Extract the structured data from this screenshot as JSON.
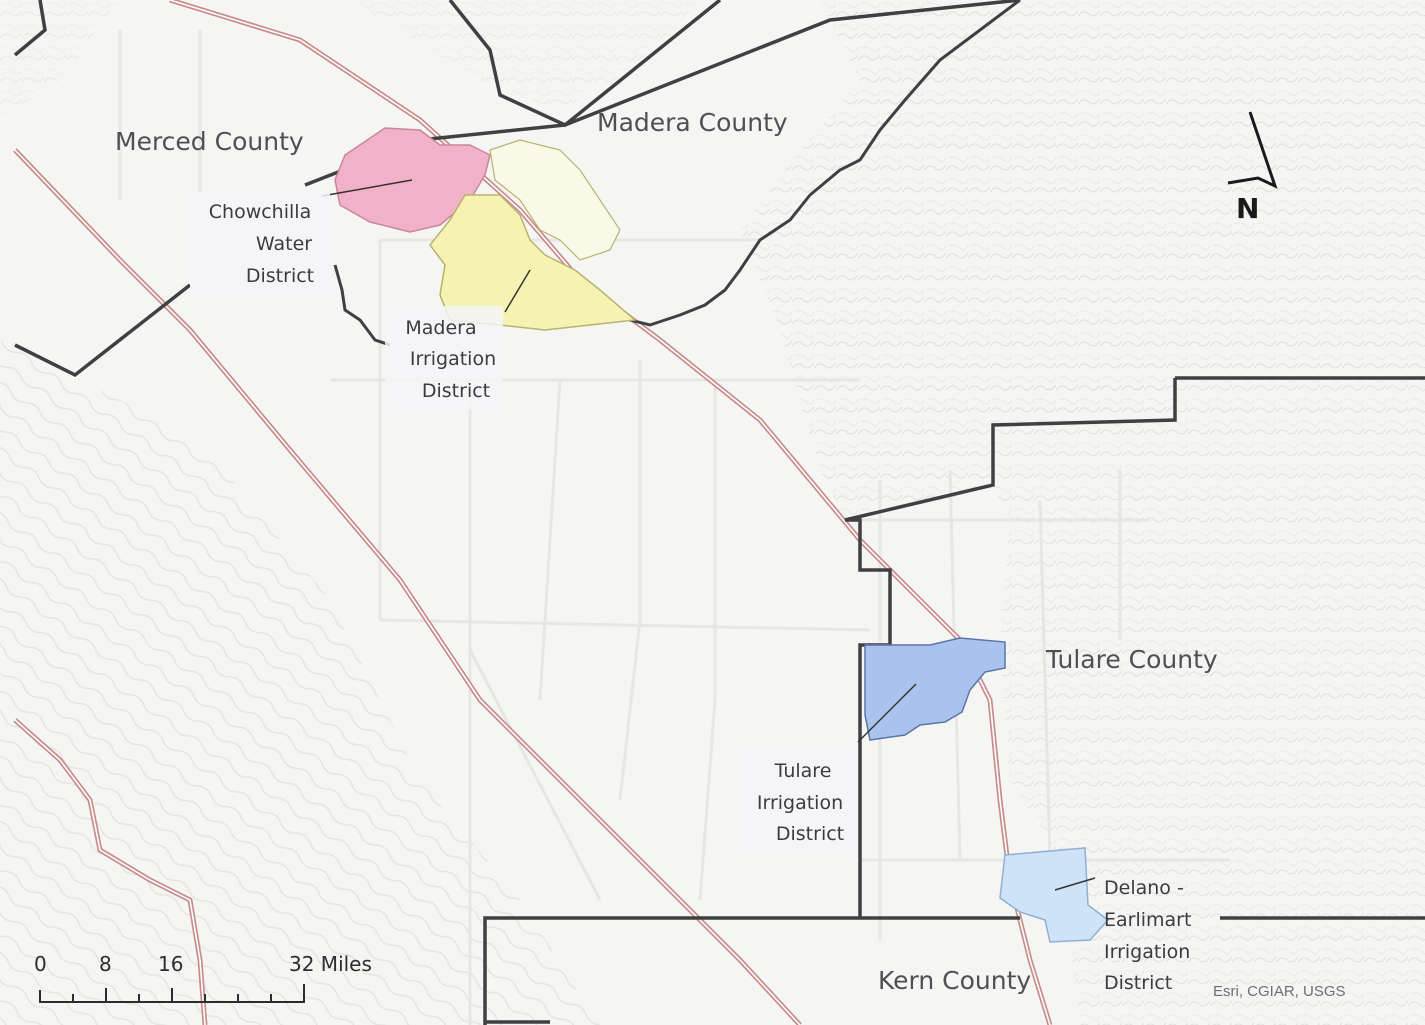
{
  "map": {
    "counties": [
      {
        "name": "Merced County"
      },
      {
        "name": "Madera County"
      },
      {
        "name": "Tulare County"
      },
      {
        "name": "Kern County"
      }
    ],
    "districts": [
      {
        "lines": [
          "Chowchilla",
          "Water",
          "District"
        ],
        "color": "#f1b1c8"
      },
      {
        "lines": [
          "Madera",
          "Irrigation",
          "District"
        ],
        "color": "#f5f2b2"
      },
      {
        "lines": [
          "Tulare",
          "Irrigation",
          "District"
        ],
        "color": "#a9c2ee"
      },
      {
        "lines": [
          "Delano -",
          "Earlimart",
          "Irrigation",
          "District"
        ],
        "color": "#cfe3f8"
      }
    ],
    "north_arrow": "N",
    "scale_bar": {
      "labels": [
        "0",
        "8",
        "16",
        "32 Miles"
      ]
    },
    "attribution": "Esri, CGIAR, USGS"
  }
}
